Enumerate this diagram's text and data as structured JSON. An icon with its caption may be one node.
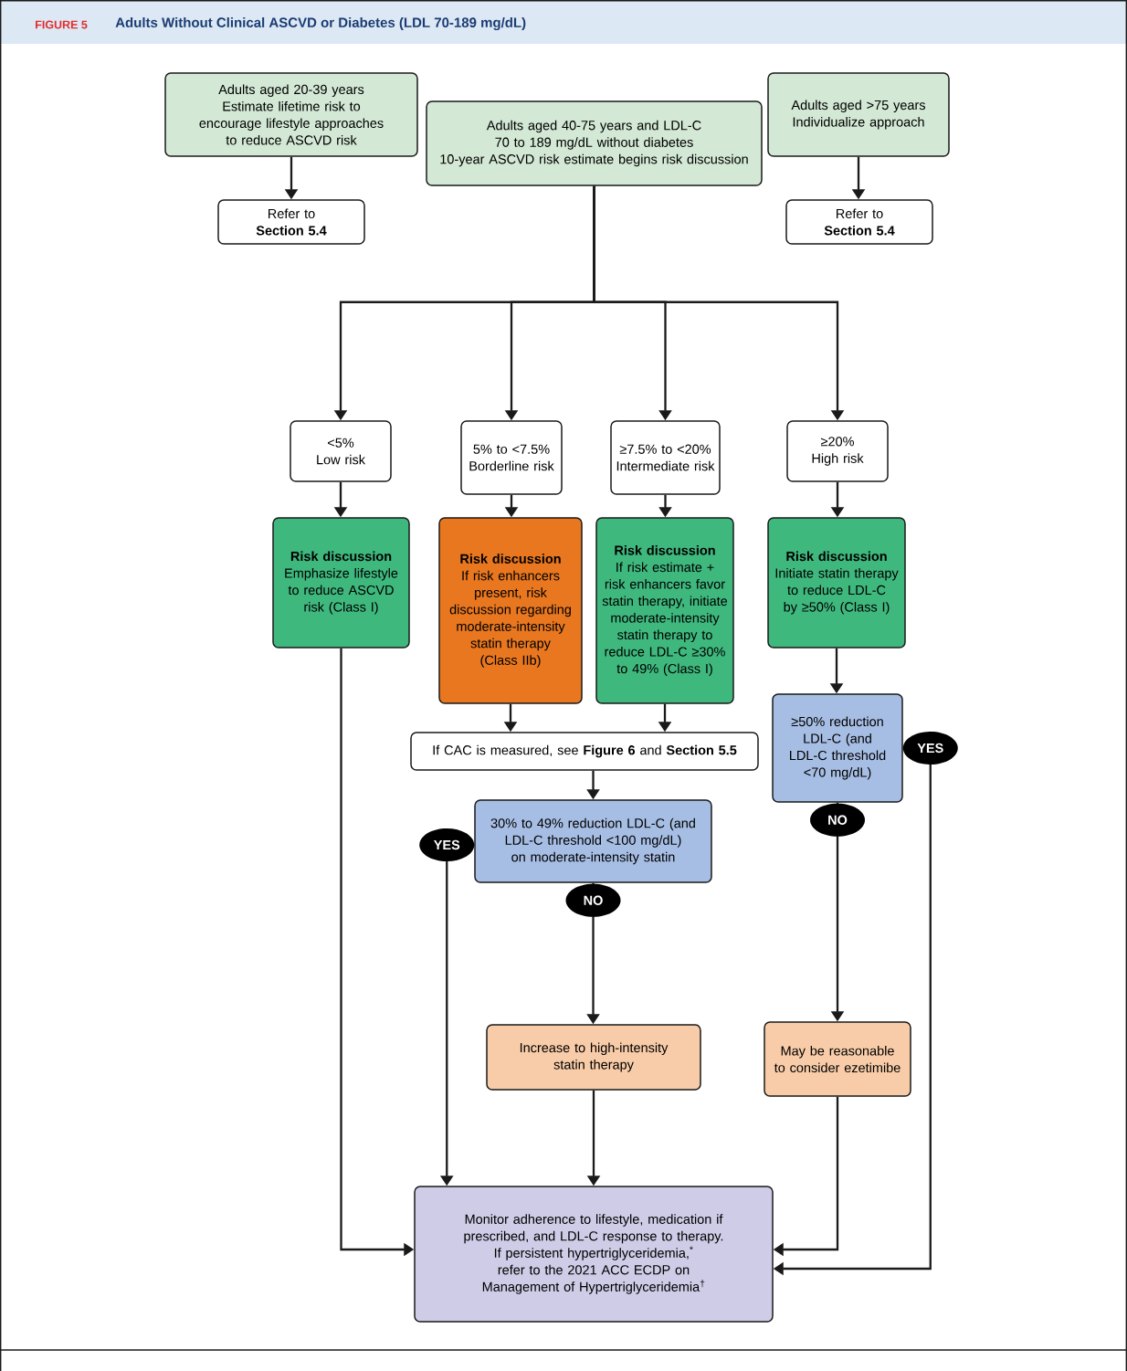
{
  "diagram": {
    "title": "Adults Without Clinical ASCVD or Diabetes (LDL 70-189 mg/dL)",
    "nodes": [
      {
        "text": [
          "Adults aged 20-39 years",
          "Estimate lifetime risk to encourage lifestyle approaches to reduce ASCVD risk"
        ]
      },
      {
        "text": [
          "Adults aged 40-75 years and LDL-C 70 to 189 mg/dL without diabetes",
          "10-year ASCVD risk estimate begins risk discussion"
        ]
      },
      {
        "text": [
          "Adults aged >75 years",
          "Individualize approach"
        ]
      },
      {
        "text": [
          "Refer to **Section 5.4**"
        ]
      },
      {
        "text": [
          "Refer to **Section 5.4**"
        ]
      },
      {
        "text": [
          "<5%",
          "Low risk"
        ]
      },
      {
        "text": [
          "5% to <7.5%",
          "Borderline risk"
        ]
      },
      {
        "text": [
          "≥7.5% to <20%",
          "Intermediate risk"
        ]
      },
      {
        "text": [
          "≥20%",
          "High risk"
        ]
      },
      {
        "text": [
          "Risk discussion",
          "Emphasize lifestyle to reduce ASCVD risk (Class I)"
        ]
      },
      {
        "text": [
          "Risk discussion",
          "If risk enhancers present, risk discussion regarding moderate-intensity statin therapy (Class IIb)"
        ]
      },
      {
        "text": [
          "Risk discussion",
          "If risk estimate + risk enhancers favor statin therapy, initiate moderate-intensity statin therapy to reduce LDL-C ≥30% to 49% (Class I)"
        ]
      },
      {
        "text": [
          "Risk discussion",
          "Initiate statin therapy to reduce LDL-C by ≥50% (Class I)"
        ]
      },
      {
        "text": [
          "If CAC is measured, see **Figure 6** and **Section 5.5**"
        ]
      },
      {
        "text": [
          "30% to 49% reduction LDL-C (and LDL-C threshold <100 mg/dL) on moderate-intensity statin"
        ]
      },
      {
        "text": [
          "≥50% reduction LDL-C (and LDL-C threshold <70 mg/dL)"
        ]
      },
      {
        "text": [
          "Increase to high-intensity statin therapy"
        ]
      },
      {
        "text": [
          "May be reasonable to consider ezetimibe"
        ]
      },
      {
        "text": [
          "Monitor adherence to lifestyle, medication if prescribed, and LDL-C response to therapy.",
          "If persistent hypertriglyceridemia,$^{*}$ refer to the 2021 ACC ECDP on Management of Hypertriglyceridemia$^{†}$"
        ]
      }
    ],
    "edges": [
      {
        "from": 0,
        "to": 3,
        "arrow": "to"
      },
      {
        "from": 2,
        "to": 4,
        "arrow": "to"
      },
      {
        "from": 1,
        "to": 5,
        "arrow": "to"
      },
      {
        "from": 1,
        "to": 6,
        "arrow": "to"
      },
      {
        "from": 1,
        "to": 7,
        "arrow": "to"
      },
      {
        "from": 1,
        "to": 8,
        "arrow": "to"
      },
      {
        "from": 5,
        "to": 9,
        "arrow": "to"
      },
      {
        "from": 6,
        "to": 10,
        "arrow": "to"
      },
      {
        "from": 7,
        "to": 11,
        "arrow": "to"
      },
      {
        "from": 8,
        "to": 12,
        "arrow": "to"
      },
      {
        "from": 9,
        "to": 18,
        "arrow": "to"
      },
      {
        "from": 10,
        "to": 13,
        "arrow": "to"
      },
      {
        "from": 11,
        "to": 13,
        "arrow": "to"
      },
      {
        "from": 12,
        "to": 15,
        "arrow": "to"
      },
      {
        "from": 13,
        "to": 14,
        "arrow": "to"
      },
      {
        "from": 14,
        "to": 18,
        "label": "YES",
        "arrow": "to"
      },
      {
        "from": 14,
        "to": 16,
        "label": "NO",
        "arrow": "to"
      },
      {
        "from": 15,
        "to": 18,
        "label": "YES",
        "arrow": "to"
      },
      {
        "from": 15,
        "to": 17,
        "label": "NO",
        "arrow": "to"
      },
      {
        "from": 16,
        "to": 18,
        "arrow": "to"
      },
      {
        "from": 17,
        "to": 18,
        "arrow": "to"
      }
    ],
    "labels": [
      "FIGURE 5"
    ]
  }
}
